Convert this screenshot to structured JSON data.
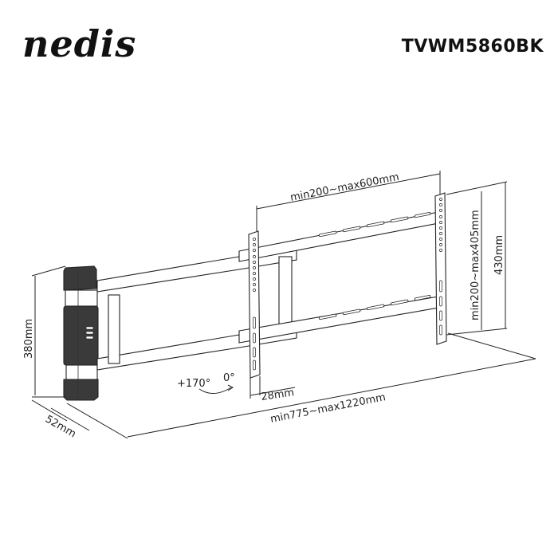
{
  "header": {
    "brand_logo": "nedis",
    "model_number": "TVWM5860BK"
  },
  "dimensions": {
    "vesa_horizontal": "min200~max600mm",
    "vesa_vertical": "min200~max405mm",
    "bracket_height": "430mm",
    "wall_plate_height": "380mm",
    "wall_plate_depth": "52mm",
    "profile_depth": "28mm",
    "arm_extension": "min775~max1220mm",
    "swivel_angle_plus": "+170°",
    "swivel_angle_zero": "0°"
  },
  "colors": {
    "line": "#222222",
    "background": "#ffffff",
    "column_fill": "#3a3a3a"
  }
}
